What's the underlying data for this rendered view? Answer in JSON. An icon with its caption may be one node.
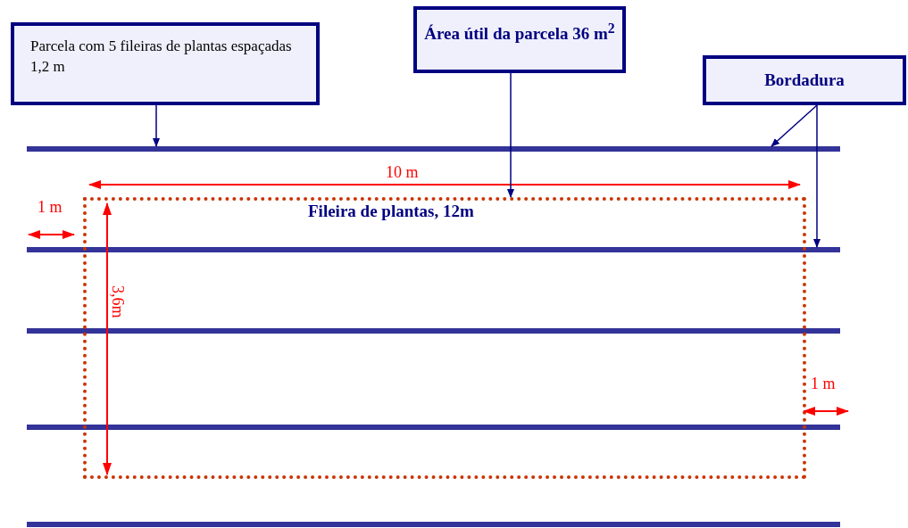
{
  "diagram": {
    "nodes": [
      {
        "text": [
          "Parcela com 5 fileiras de plantas espaçadas 1,2 m"
        ]
      },
      {
        "text": [
          "Área útil da parcela 36 m$^{2}$"
        ]
      },
      {
        "text": [
          "Bordadura"
        ]
      },
      {
        "text": [],
        "shape": "bar"
      },
      {
        "text": [],
        "shape": "bar"
      },
      {
        "text": [],
        "shape": "bar"
      },
      {
        "text": [],
        "shape": "bar"
      },
      {
        "text": [],
        "shape": "bar"
      },
      {
        "text": [],
        "shape": "box"
      }
    ],
    "edges": [
      {
        "from": 0,
        "to": 3,
        "arrow": "to"
      },
      {
        "from": 1,
        "to": 8,
        "arrow": "to"
      },
      {
        "from": 2,
        "to": 3,
        "arrow": "to"
      },
      {
        "from": 2,
        "to": 4,
        "arrow": "to"
      }
    ],
    "labels": [
      "10 m",
      "1 m",
      "Fileira de plantas, 12m",
      "3,6m",
      "1 m"
    ]
  }
}
